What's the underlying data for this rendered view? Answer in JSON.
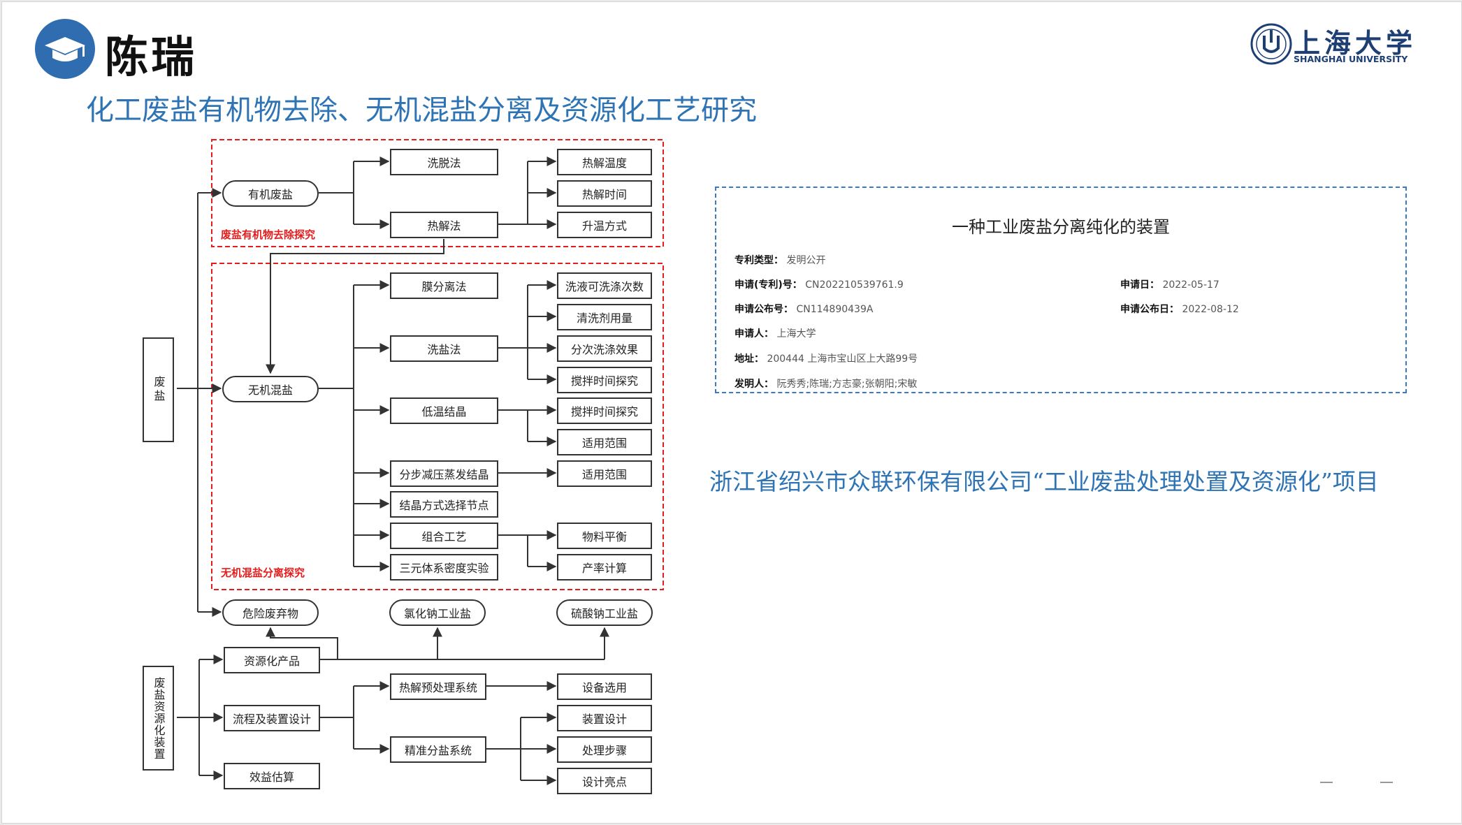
{
  "header": {
    "presenter_name": "陈瑞",
    "title": "化工废盐有机物去除、无机混盐分离及资源化工艺研究",
    "logo_cn": "上海大学",
    "logo_en": "SHANGHAI UNIVERSITY",
    "badge_icon": "graduation-cap-icon"
  },
  "colors": {
    "accent_blue": "#2e74b5",
    "badge_blue": "#2f6db0",
    "region_red": "#e61c1c",
    "card_border": "#3c78c8"
  },
  "diagram": {
    "root_waste_salt": "废盐",
    "root_resource_device": "废盐资源化装置",
    "organic_waste_salt": "有机废盐",
    "elution_method": "洗脱法",
    "pyrolysis_method": "热解法",
    "pyrolysis_temperature": "热解温度",
    "pyrolysis_time": "热解时间",
    "heating_mode": "升温方式",
    "region_organic_label": "废盐有机物去除探究",
    "inorganic_mixed_salt": "无机混盐",
    "membrane_separation": "膜分离法",
    "salt_washing": "洗盐法",
    "low_temp_crystallization": "低温结晶",
    "stepwise_evaporation": "分步减压蒸发结晶",
    "crystallization_node_selection": "结晶方式选择节点",
    "combined_process": "组合工艺",
    "ternary_density_experiment": "三元体系密度实验",
    "wash_liquid_cycles": "洗液可洗涤次数",
    "cleaning_agent_dosage": "清洗剂用量",
    "staged_wash_effect": "分次洗涤效果",
    "stirring_time_study_1": "搅拌时间探究",
    "stirring_time_study_2": "搅拌时间探究",
    "applicable_range_1": "适用范围",
    "applicable_range_2": "适用范围",
    "material_balance": "物料平衡",
    "yield_calculation": "产率计算",
    "region_inorganic_label": "无机混盐分离探究",
    "hazardous_waste": "危险废弃物",
    "sodium_chloride_salt": "氯化钠工业盐",
    "sodium_sulfate_salt": "硫酸钠工业盐",
    "resource_products": "资源化产品",
    "process_device_design": "流程及装置设计",
    "benefit_estimation": "效益估算",
    "pyrolysis_pretreatment": "热解预处理系统",
    "fine_salt_separation": "精准分盐系统",
    "equipment_selection": "设备选用",
    "device_design": "装置设计",
    "processing_steps": "处理步骤",
    "design_highlights": "设计亮点"
  },
  "patent": {
    "title": "一种工业废盐分离纯化的装置",
    "type_label": "专利类型：",
    "type_value": "发明公开",
    "app_no_label": "申请(专利)号：",
    "app_no_value": "CN202210539761.9",
    "app_date_label": "申请日：",
    "app_date_value": "2022-05-17",
    "pub_no_label": "申请公布号：",
    "pub_no_value": "CN114890439A",
    "pub_date_label": "申请公布日：",
    "pub_date_value": "2022-08-12",
    "applicant_label": "申请人：",
    "applicant_value": "上海大学",
    "address_label": "地址：",
    "address_value": "200444 上海市宝山区上大路99号",
    "inventors_label": "发明人：",
    "inventors_value": "阮秀秀;陈瑞;方志豪;张朝阳;宋敏"
  },
  "project": {
    "text": "浙江省绍兴市众联环保有限公司“工业废盐处理处置及资源化”项目"
  }
}
